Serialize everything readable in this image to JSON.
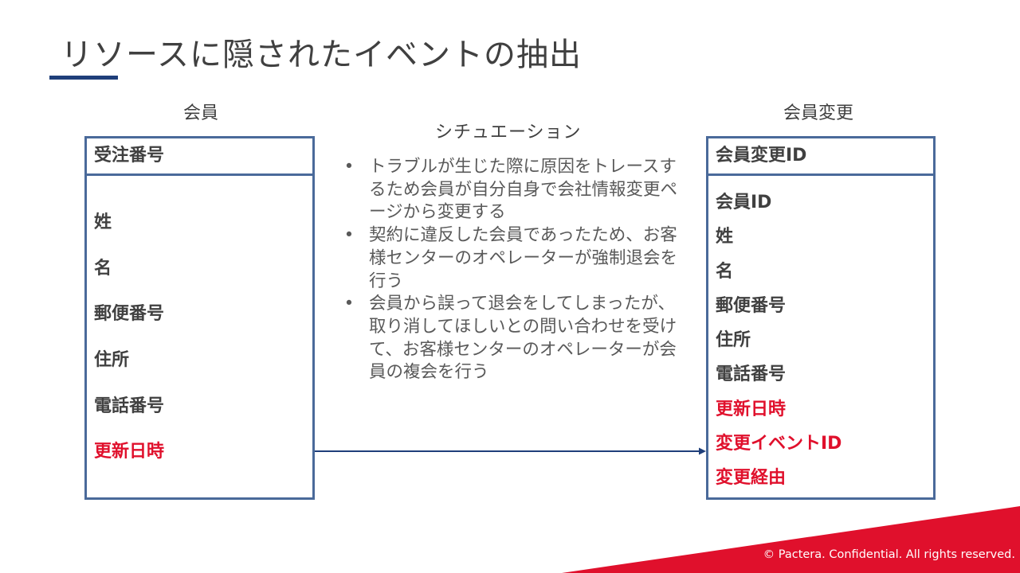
{
  "title": "リソースに隠されたイベントの抽出",
  "member_entity": {
    "caption": "会員",
    "key_field": "受注番号",
    "fields": [
      "姓",
      "名",
      "郵便番号",
      "住所",
      "電話番号"
    ],
    "highlighted_fields": [
      "更新日時"
    ]
  },
  "member_change_entity": {
    "caption": "会員変更",
    "key_field": "会員変更ID",
    "fields": [
      "会員ID",
      "姓",
      "名",
      "郵便番号",
      "住所",
      "電話番号"
    ],
    "highlighted_fields": [
      "更新日時",
      "変更イベントID",
      "変更経由"
    ]
  },
  "situations": {
    "title": "シチュエーション",
    "items": [
      "トラブルが生じた際に原因をトレースするため会員が自分自身で会社情報変更ページから変更する",
      "契約に違反した会員であったため、お客様センターのオペレーターが強制退会を行う",
      "会員から誤って退会をしてしまったが、取り消してほしいとの問い合わせを受けて、お客様センターのオペレーターが会員の複会を行う"
    ]
  },
  "footer": {
    "copyright": "© Pactera.  Confidential.  All rights reserved."
  },
  "colors": {
    "title_text": "#404040",
    "accent_navy": "#1f3f7a",
    "box_border": "#4a6a9a",
    "highlight_red": "#e0102c",
    "band_red": "#e0102c"
  }
}
